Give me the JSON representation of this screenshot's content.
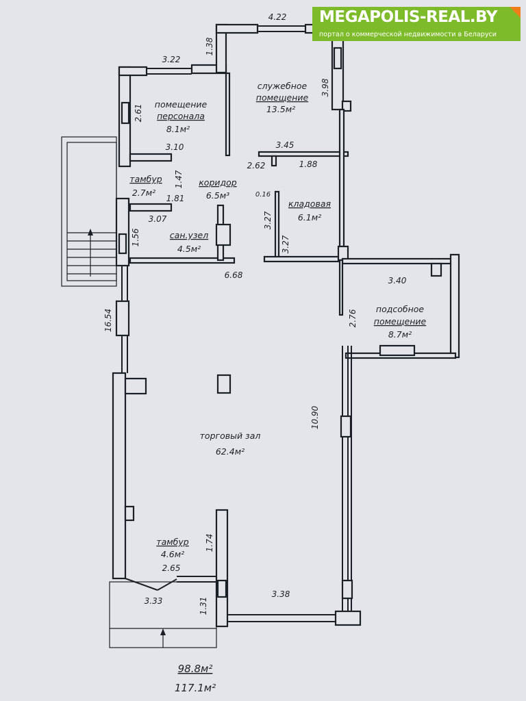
{
  "watermark": {
    "title": "MEGAPOLIS-REAL.BY",
    "subtitle": "портал о коммерческой недвижимости в Беларуси",
    "color": "#7dbb2a"
  },
  "rooms": {
    "service": {
      "name1": "служебное",
      "name2": "помещение",
      "area": "13.5м²"
    },
    "staff": {
      "name1": "помещение",
      "name2": "персонала",
      "area": "8.1м²"
    },
    "vestibule_top": {
      "name": "тамбур",
      "area": "2.7м²"
    },
    "corridor": {
      "name": "коридор",
      "area": "6.5м³"
    },
    "storage": {
      "name": "кладовая",
      "area": "6.1м²"
    },
    "wc": {
      "name": "сан.узел",
      "area": "4.5м²"
    },
    "utility": {
      "name1": "подсобное",
      "name2": "помещение",
      "area": "8.7м²"
    },
    "sales_hall": {
      "name": "торговый зал",
      "area": "62.4м²"
    },
    "vestibule_bottom": {
      "name": "тамбур",
      "area": "4.6м²"
    }
  },
  "dimensions": [
    "4.22",
    "1.38",
    "3.22",
    "3.98",
    "2.61",
    "3.10",
    "3.45",
    "2.62",
    "1.88",
    "1.47",
    "1.81",
    "0.16",
    "3.07",
    "3.27",
    "3.27",
    "1.56",
    "6.68",
    "3.40",
    "2.76",
    "16.54",
    "10.90",
    "1.74",
    "2.65",
    "3.33",
    "1.31",
    "3.38"
  ],
  "totals": {
    "main": "98.8м²",
    "total": "117.1м²"
  }
}
